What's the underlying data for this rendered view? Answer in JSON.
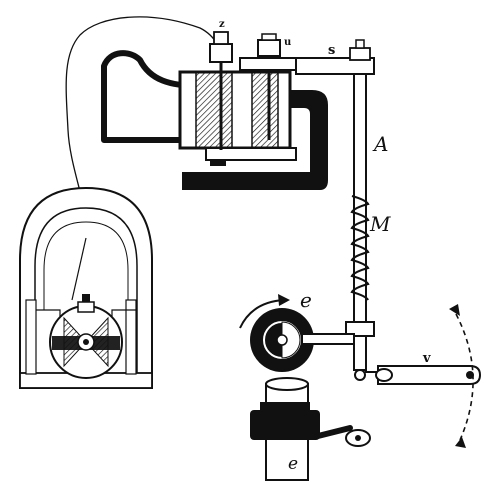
{
  "figure": {
    "labels": {
      "top_nut": "z",
      "top_bracket": "u",
      "arm": "s",
      "rod": "A",
      "spring": "M",
      "cam_upper": "e",
      "cam_lower": "e",
      "lever": "v"
    }
  }
}
